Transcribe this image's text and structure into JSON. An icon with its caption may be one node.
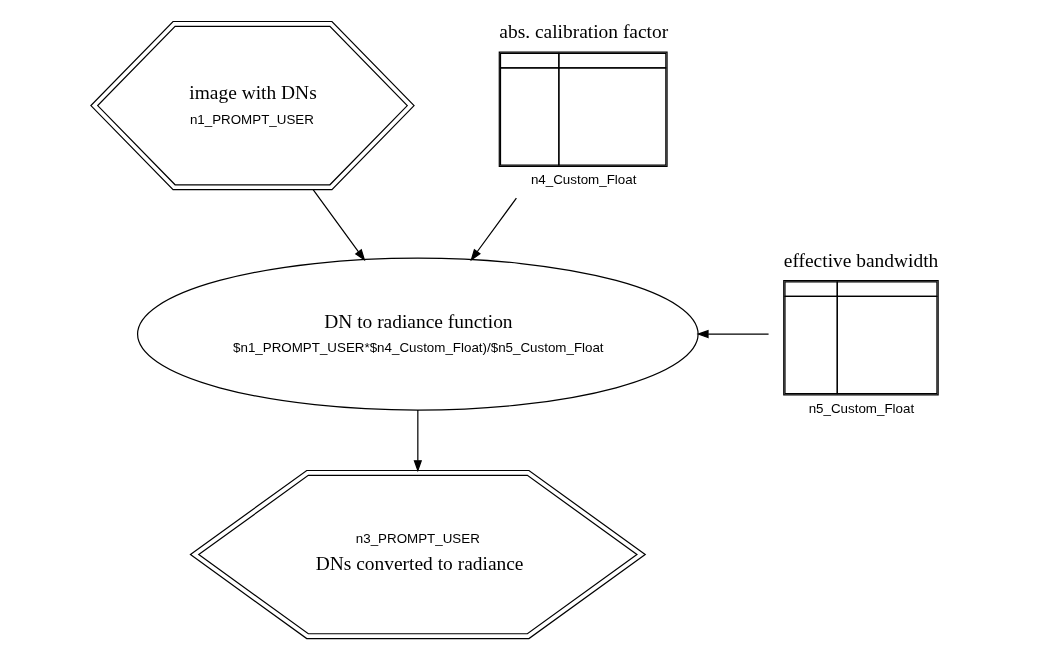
{
  "diagram": {
    "nodes": [
      {
        "text": [
          "image with DNs",
          "n1_PROMPT_USER"
        ]
      },
      {
        "text": [
          "DN to radiance function",
          "$n1_PROMPT_USER*$n4_Custom_Float)/$n5_Custom_Float"
        ]
      },
      {
        "text": [
          "abs. calibration factor",
          "n4_Custom_Float"
        ]
      },
      {
        "text": [
          "effective bandwidth",
          "n5_Custom_Float"
        ]
      },
      {
        "text": [
          "n3_PROMPT_USER",
          "DNs converted to radiance"
        ]
      }
    ],
    "edges": [
      {
        "from": 0,
        "to": 1,
        "arrow": "to"
      },
      {
        "from": 2,
        "to": 1,
        "arrow": "to"
      },
      {
        "from": 3,
        "to": 1,
        "arrow": "to"
      },
      {
        "from": 1,
        "to": 4,
        "arrow": "to"
      }
    ]
  }
}
